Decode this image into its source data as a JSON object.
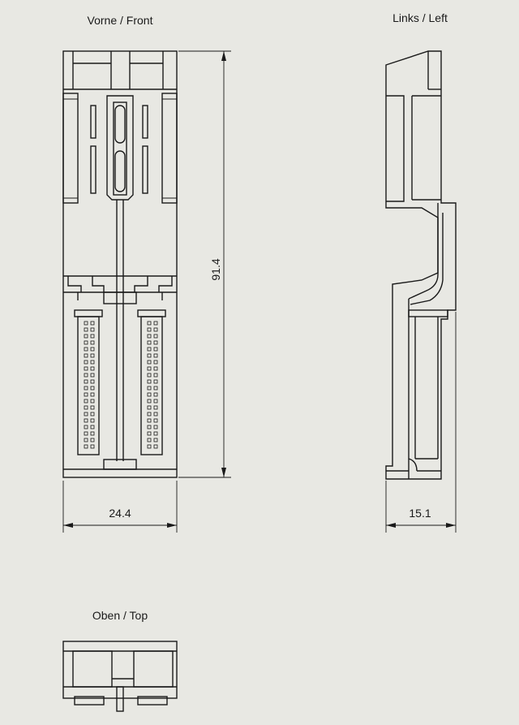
{
  "views": {
    "front_label": "Vorne / Front",
    "left_label": "Links / Left",
    "top_label": "Oben / Top"
  },
  "dimensions": {
    "height": "91.4",
    "front_width": "24.4",
    "side_depth": "15.1"
  },
  "pin_rows": 20
}
